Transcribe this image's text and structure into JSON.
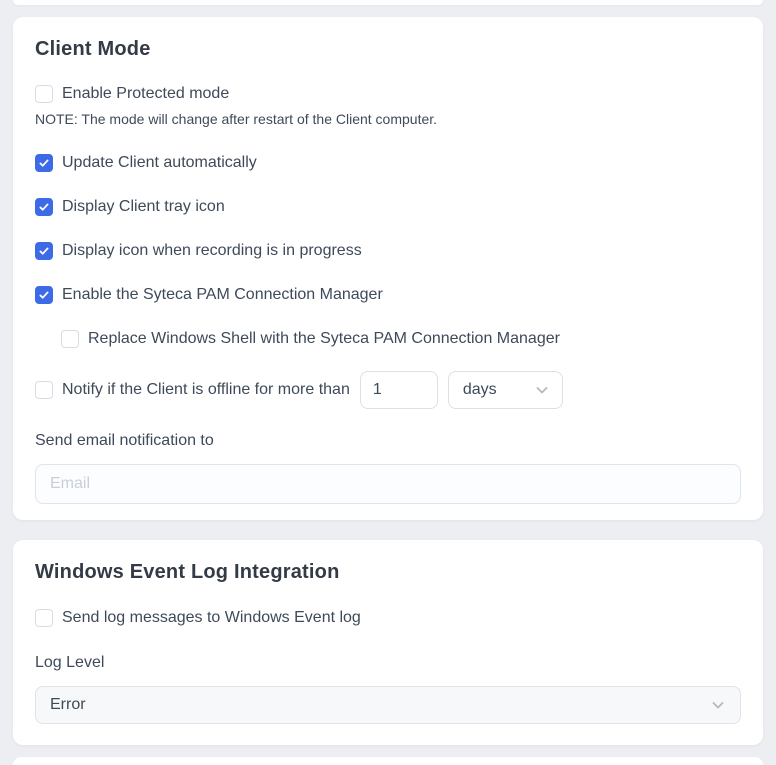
{
  "colors": {
    "page_background": "#edeef2",
    "card_background": "#ffffff",
    "accent_blue": "#3d6be8",
    "title_text": "#333b46",
    "label_text": "#3e4a59",
    "placeholder_text": "#c8cfd9",
    "input_border": "#dbe0e7",
    "chevron_gray": "#b4bac3"
  },
  "client_mode": {
    "title": "Client Mode",
    "checkboxes": [
      {
        "label": "Enable Protected mode",
        "checked": false
      },
      {
        "label": "Update Client automatically",
        "checked": true
      },
      {
        "label": "Display Client tray icon",
        "checked": true
      },
      {
        "label": "Display icon when recording is in progress",
        "checked": true
      },
      {
        "label": "Enable the Syteca PAM Connection Manager",
        "checked": true
      },
      {
        "label": "Replace Windows Shell with the Syteca PAM Connection Manager",
        "checked": false
      }
    ],
    "note": "NOTE: The mode will change after restart of the Client computer.",
    "notify": {
      "label": "Notify if the Client is offline for more than",
      "checked": false,
      "value": "1",
      "unit": "days"
    },
    "email_label": "Send email notification to",
    "email_placeholder": "Email",
    "email_value": ""
  },
  "event_log": {
    "title": "Windows Event Log Integration",
    "checkbox": {
      "label": "Send log messages to Windows Event log",
      "checked": false
    },
    "log_level": {
      "label": "Log Level",
      "value": "Error"
    }
  }
}
